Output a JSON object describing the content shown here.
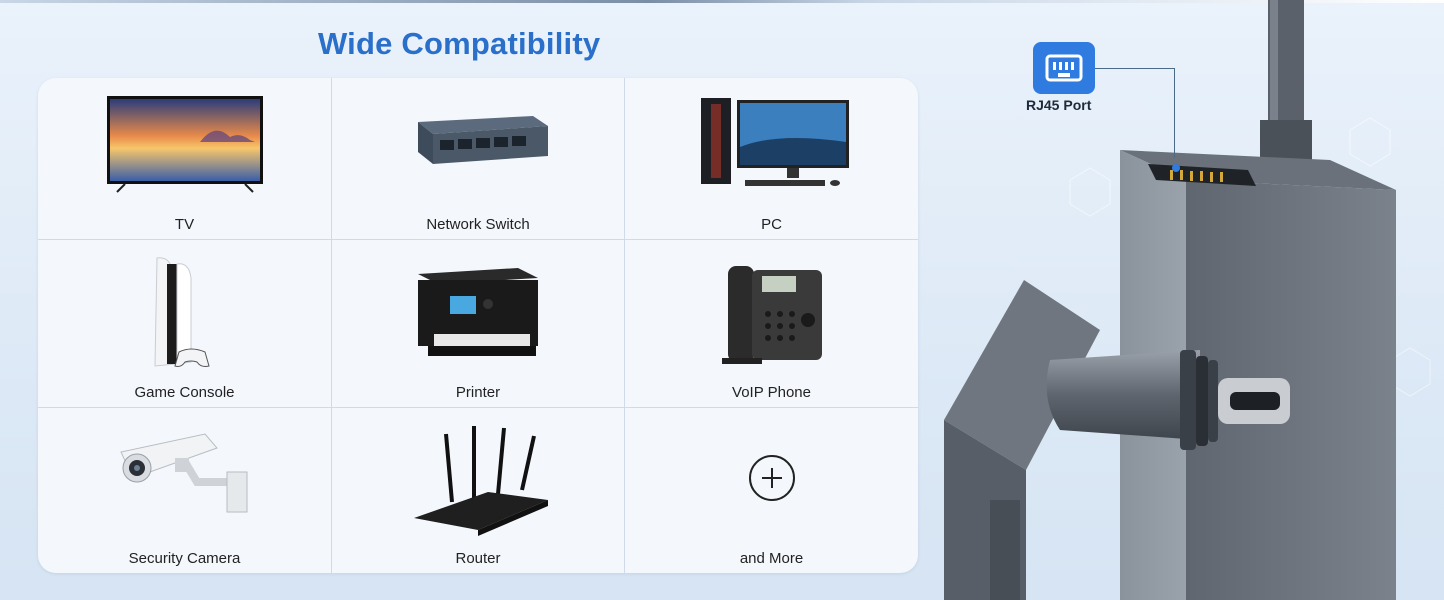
{
  "title": "Wide Compatibility",
  "devices": [
    {
      "label": "TV",
      "icon": "tv-icon"
    },
    {
      "label": "Network Switch",
      "icon": "network-switch-icon"
    },
    {
      "label": "PC",
      "icon": "pc-icon"
    },
    {
      "label": "Game Console",
      "icon": "game-console-icon"
    },
    {
      "label": "Printer",
      "icon": "printer-icon"
    },
    {
      "label": "VoIP Phone",
      "icon": "voip-phone-icon"
    },
    {
      "label": "Security Camera",
      "icon": "security-camera-icon"
    },
    {
      "label": "Router",
      "icon": "router-icon"
    },
    {
      "label": "and More",
      "icon": "plus-icon"
    }
  ],
  "port": {
    "label": "RJ45 Port",
    "icon": "rj45-port-icon"
  },
  "colors": {
    "accent": "#2a6fc9",
    "badge": "#2f7be0",
    "metal": "#6b7280"
  }
}
